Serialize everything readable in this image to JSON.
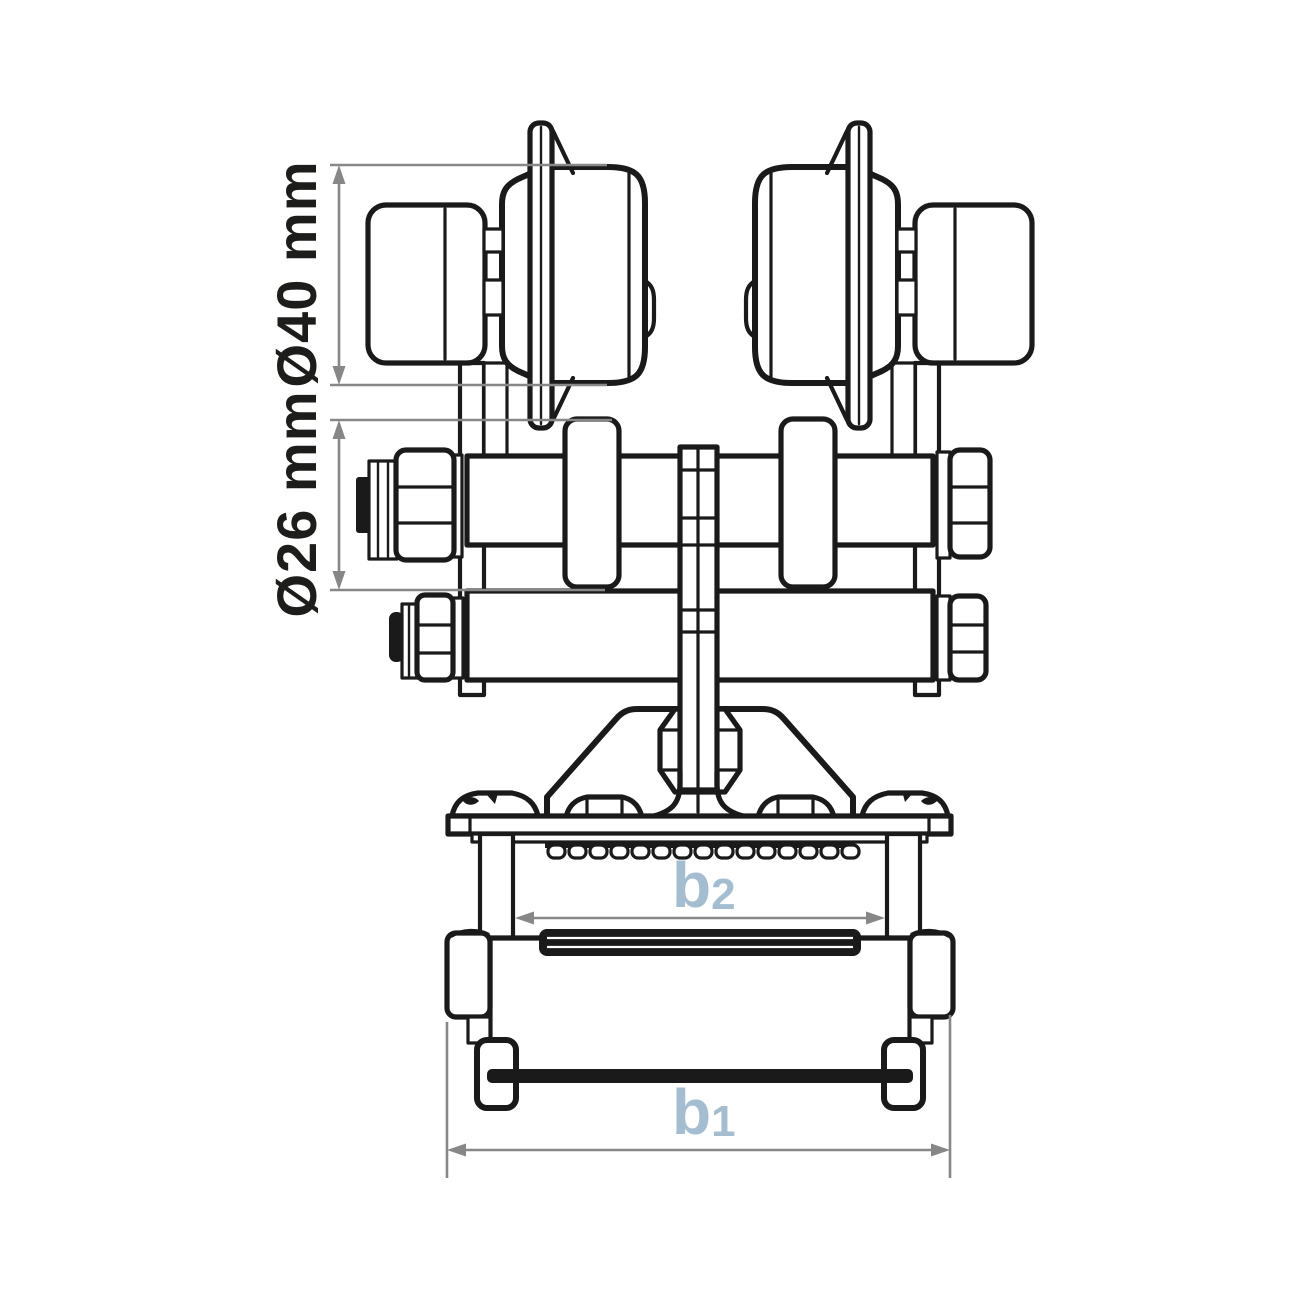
{
  "drawing": {
    "dimensions": {
      "roller_diameter": {
        "label": "Ø40 mm"
      },
      "crossbar_diameter": {
        "label": "Ø26 mm"
      },
      "flange_inner_width": {
        "base": "b",
        "sub": "2"
      },
      "flange_outer_width": {
        "base": "b",
        "sub": "1"
      }
    },
    "colors": {
      "outline": "#1a1a1a",
      "dimension_line": "#878787",
      "diameter_label": "#1d1d1b",
      "width_label": "#a5bdd1",
      "background": "#ffffff"
    }
  }
}
